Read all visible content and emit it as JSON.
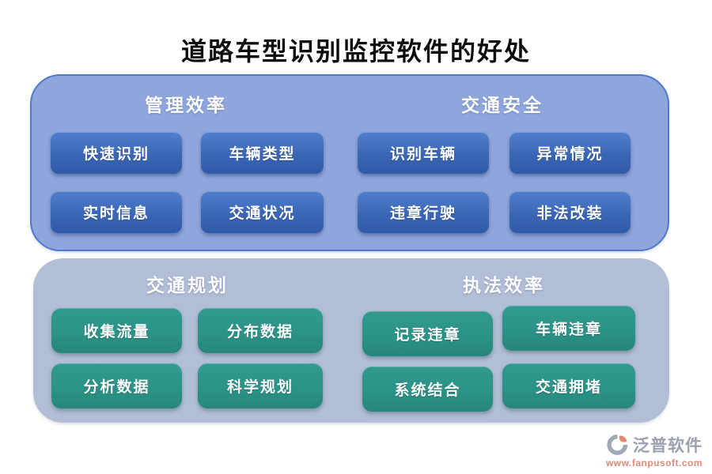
{
  "title": "道路车型识别监控软件的好处",
  "colors": {
    "top_panel_fill": "#8FA6DC",
    "top_panel_border": "#4D7AC9",
    "blue_button_gradient_top": "#5080CD",
    "blue_button_gradient_bottom": "#2F5AA8",
    "bottom_panel_fill": "#B2BDD6",
    "teal_button": "#2A9286",
    "button_text": "#FFFFFF",
    "title_text": "#0D0D0D",
    "brand_text": "#9AA0AE",
    "brand_url_text": "#DF8A76",
    "logo_orange": "#E08A70",
    "logo_gray": "#A2A9B6"
  },
  "panels": [
    {
      "groups": [
        {
          "header": "管理效率",
          "buttons": [
            "快速识别",
            "车辆类型",
            "实时信息",
            "交通状况"
          ]
        },
        {
          "header": "交通安全",
          "buttons": [
            "识别车辆",
            "异常情况",
            "违章行驶",
            "非法改装"
          ]
        }
      ]
    },
    {
      "groups": [
        {
          "header": "交通规划",
          "buttons": [
            "收集流量",
            "分布数据",
            "分析数据",
            "科学规划"
          ]
        },
        {
          "header": "执法效率",
          "buttons": [
            "记录违章",
            "车辆违章",
            "系统结合",
            "交通拥堵"
          ]
        }
      ]
    }
  ],
  "footer": {
    "brand": "泛普软件",
    "url": "www.fanpusoft.com",
    "logo_icon": "fanpu-logo-icon"
  }
}
